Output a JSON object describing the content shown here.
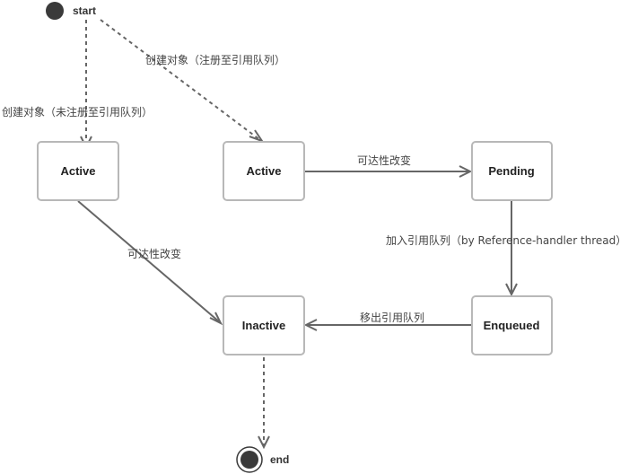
{
  "colors": {
    "node_border": "#b8b8b8",
    "edge": "#666666",
    "terminal": "#3a3a3a",
    "text": "#222222"
  },
  "start": {
    "label": "start"
  },
  "end": {
    "label": "end"
  },
  "nodes": {
    "active_left": "Active",
    "active_right": "Active",
    "pending": "Pending",
    "inactive": "Inactive",
    "enqueued": "Enqueued"
  },
  "edges": {
    "create_registered": "创建对象（注册至引用队列）",
    "create_unregistered": "创建对象（未注册至引用队列）",
    "reachability_change_top": "可达性改变",
    "reachability_change_left": "可达性改变",
    "enqueue": "加入引用队列（by Reference-handler thread）",
    "dequeue": "移出引用队列"
  }
}
